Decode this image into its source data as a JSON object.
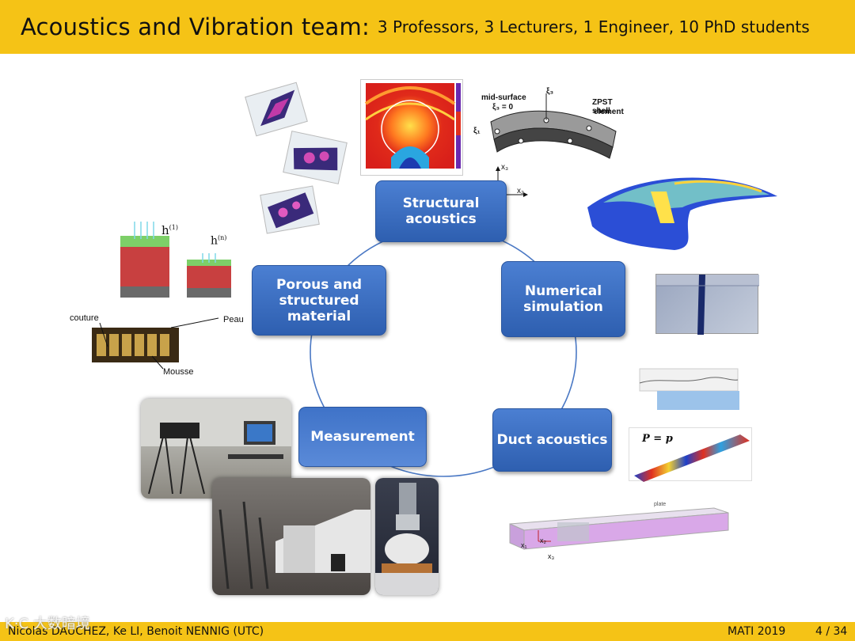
{
  "header": {
    "title_main": "Acoustics and Vibration team:",
    "title_sub": "3 Professors, 3 Lecturers, 1 Engineer, 10 PhD students"
  },
  "nodes": {
    "structural": "Structural acoustics",
    "numerical": "Numerical simulation",
    "duct": "Duct acoustics",
    "measurement": "Measurement",
    "porous": "Porous and structured material"
  },
  "figure_labels": {
    "mid_surface": "mid-surface",
    "xi3_zero": "ξ₃ = 0",
    "xi3": "ξ₃",
    "xi1": "ξ₁",
    "zpst": "ZPST shell",
    "element": "element",
    "x3": "x₃",
    "x2": "x₂",
    "h1": "h",
    "h1_sup": "(1)",
    "hn": "h",
    "hn_sup": "(n)",
    "couture": "couture",
    "peau": "Peau",
    "mousse": "Mousse",
    "p_eq": "P = p",
    "plate_label": "plate ",
    "duct_x1": "x₁",
    "duct_x2": "x₂",
    "duct_x3": "x₃"
  },
  "footer": {
    "authors": "Nicolas DAUCHEZ, Ke LI, Benoit NENNIG (UTC)",
    "conference": "MATI 2019",
    "page": "4 / 34"
  },
  "watermark": "K·C 大数暗境",
  "colors": {
    "header_bar": "#f5c316",
    "node_blue": "#3a6cc0",
    "ring": "#3f6fbf"
  }
}
